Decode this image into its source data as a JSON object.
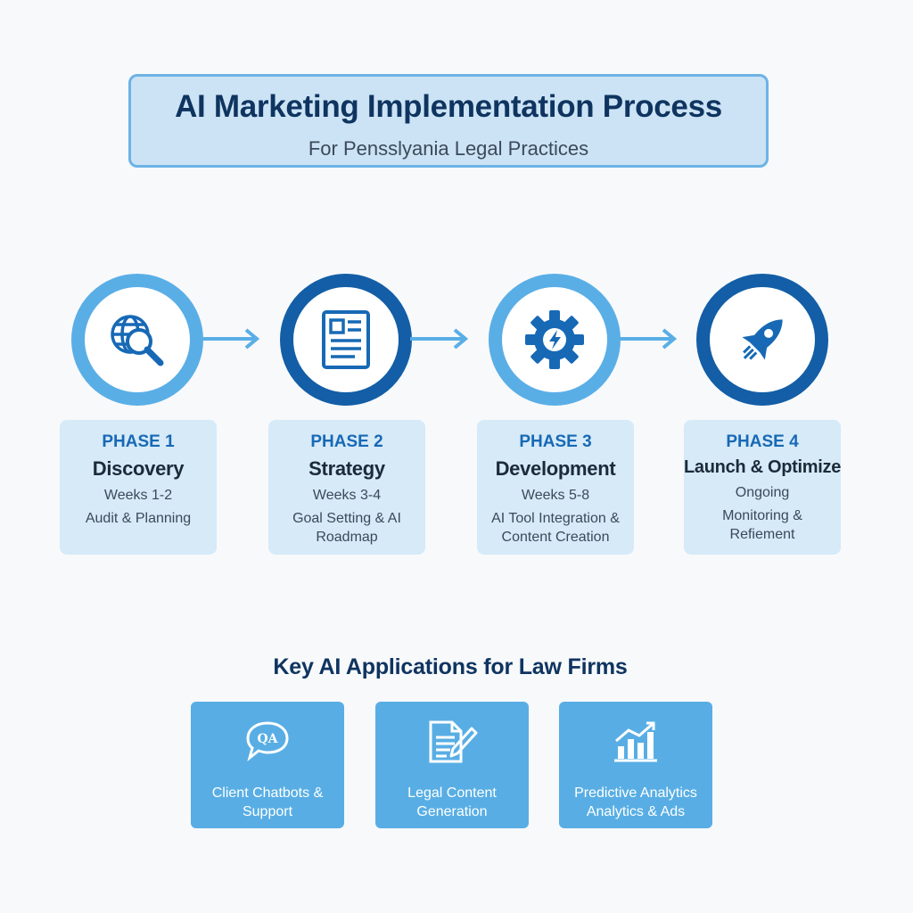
{
  "header": {
    "title": "AI Marketing Implementation Process",
    "subtitle": "For Pensslyania Legal Practices"
  },
  "phases": [
    {
      "label": "PHASE 1",
      "name": "Discovery",
      "weeks": "Weeks 1-2",
      "description": "Audit & Planning",
      "icon": "globe-search-icon",
      "ring": "light"
    },
    {
      "label": "PHASE 2",
      "name": "Strategy",
      "weeks": "Weeks 3-4",
      "description": "Goal Setting & AI Roadmap",
      "icon": "document-icon",
      "ring": "dark"
    },
    {
      "label": "PHASE 3",
      "name": "Development",
      "weeks": "Weeks 5-8",
      "description": "AI Tool Integration & Content Creation",
      "icon": "gear-bolt-icon",
      "ring": "light"
    },
    {
      "label": "PHASE 4",
      "name": "Launch & Optimize",
      "weeks": "Ongoing",
      "description": "Monitoring & Refiement",
      "icon": "rocket-icon",
      "ring": "dark"
    }
  ],
  "applications": {
    "heading": "Key AI Applications for Law Firms",
    "items": [
      {
        "label": "Client Chatbots & Support",
        "icon": "chat-qa-icon"
      },
      {
        "label": "Legal Content Generation",
        "icon": "document-pen-icon"
      },
      {
        "label": "Predictive Analytics Analytics & Ads",
        "icon": "bar-chart-icon"
      }
    ]
  },
  "colors": {
    "title_box_fill": "#cbe3f4",
    "title_box_border": "#6db3e6",
    "ring_light": "#5aaee6",
    "ring_dark": "#135ea6",
    "phase_label": "#1769b5",
    "phase_card_fill": "#d6eaf8",
    "app_card_fill": "#58aee4",
    "heading_navy": "#0f3460"
  }
}
